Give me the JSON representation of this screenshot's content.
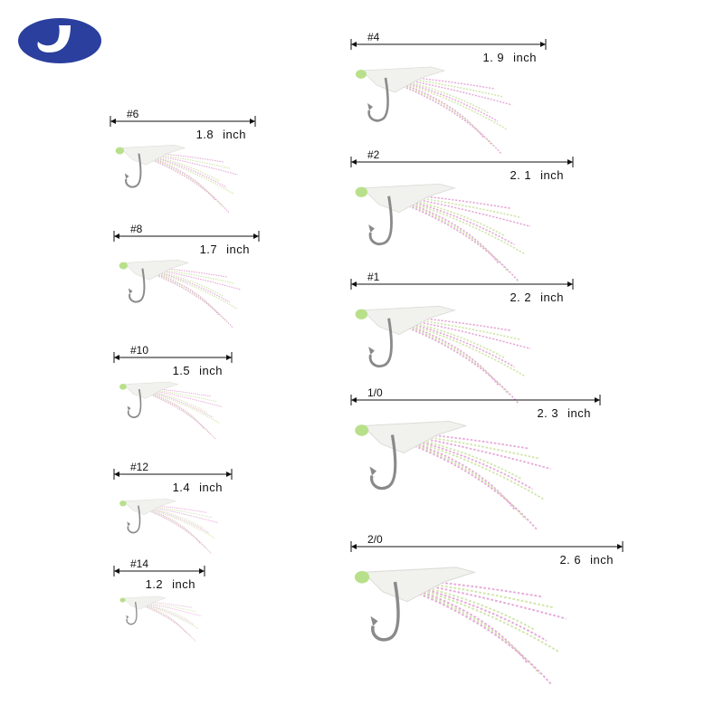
{
  "logo": {
    "icon": "brand-logo-icon",
    "color": "#2a3f9e"
  },
  "lures": [
    {
      "id": "6",
      "size": "#6",
      "length": "1.8",
      "unit": "inch"
    },
    {
      "id": "8",
      "size": "#8",
      "length": "1.7",
      "unit": "inch"
    },
    {
      "id": "10",
      "size": "#10",
      "length": "1.5",
      "unit": "inch"
    },
    {
      "id": "12",
      "size": "#12",
      "length": "1.4",
      "unit": "inch"
    },
    {
      "id": "14",
      "size": "#14",
      "length": "1.2",
      "unit": "inch"
    },
    {
      "id": "4",
      "size": "#4",
      "length": "1. 9",
      "unit": "inch"
    },
    {
      "id": "2",
      "size": "#2",
      "length": "2. 1",
      "unit": "inch"
    },
    {
      "id": "1",
      "size": "#1",
      "length": "2. 2",
      "unit": "inch"
    },
    {
      "id": "1-0",
      "size": "1/0",
      "length": "2. 3",
      "unit": "inch"
    },
    {
      "id": "2-0",
      "size": "2/0",
      "length": "2. 6",
      "unit": "inch"
    }
  ],
  "colors": {
    "head": "#b8e08a",
    "body": "#f1f1ee",
    "hook": "#8a8a8a",
    "flash_pink": "#e6a8d8",
    "flash_green": "#cfe6a8"
  }
}
